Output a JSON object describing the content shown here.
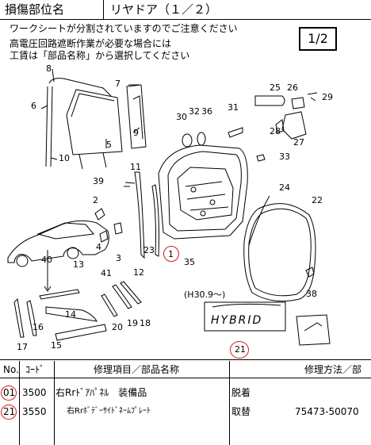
{
  "header": {
    "category_label": "損傷部位名",
    "section_title": "リヤドア（１／２）"
  },
  "diagram": {
    "notice_lines": [
      "ワークシートが分割されていますのでご注意ください",
      "高電圧回路遮断作業が必要な場合には",
      "工賃は「部品名称」から選択してください"
    ],
    "page_indicator": "1/2",
    "callouts": [
      "1",
      "2",
      "3",
      "4",
      "5",
      "6",
      "7",
      "8",
      "9",
      "10",
      "11",
      "12",
      "13",
      "14",
      "15",
      "16",
      "17",
      "18",
      "19",
      "20",
      "21",
      "22",
      "23",
      "24",
      "25",
      "26",
      "27",
      "28",
      "29",
      "30",
      "31",
      "32",
      "33",
      "35",
      "36",
      "38",
      "39",
      "40",
      "41"
    ],
    "date_note": "(H30.9〜)",
    "emblem_text": "HYBRID",
    "highlight_color": "#d61a1a"
  },
  "table": {
    "headers": {
      "no": "No.",
      "code": "ｺｰﾄﾞ",
      "item": "修理項目／部品名称",
      "method": "修理方法／部"
    },
    "rows": [
      {
        "no": "01",
        "code": "3500",
        "item": "右Rrﾄﾞｱﾊﾟﾈﾙ　装備品",
        "method": "脱着",
        "part_no": ""
      },
      {
        "no": "21",
        "code": "3550",
        "item": "右Rrﾎﾞﾃﾞｰｻｲﾄﾞﾈｰﾑﾌﾟﾚｰﾄ",
        "method": "取替",
        "part_no": "75473-50070"
      }
    ]
  }
}
